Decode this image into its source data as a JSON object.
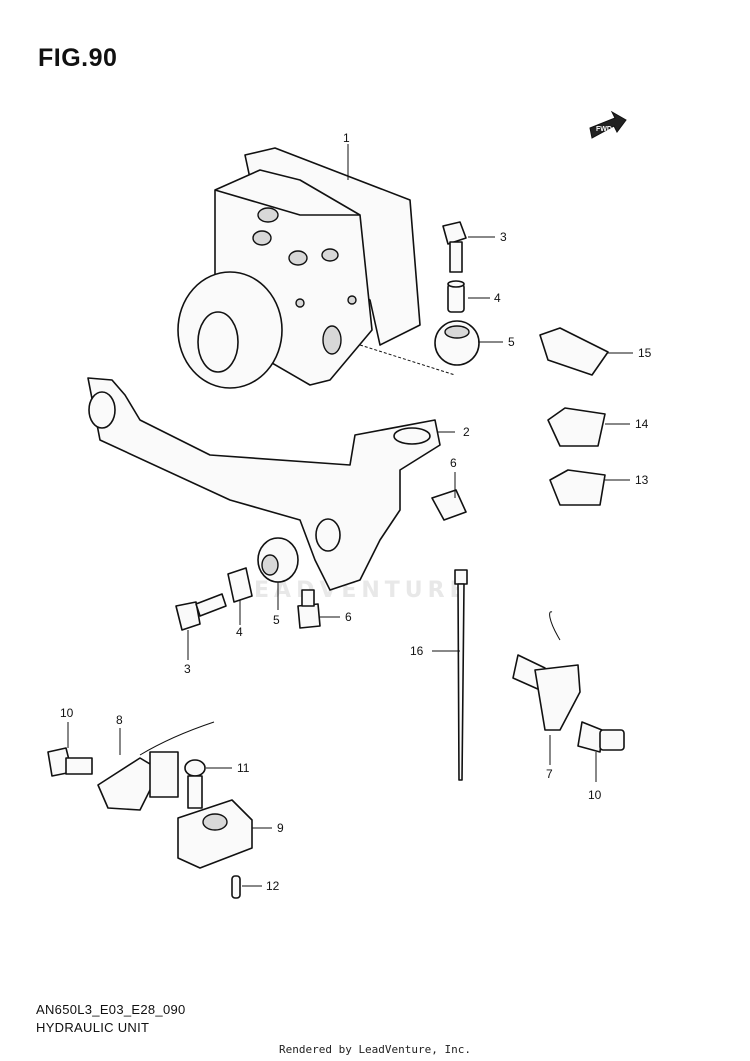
{
  "figure": {
    "title": "FIG.90",
    "model_code": "AN650L3_E03_E28_090",
    "assembly_name": "HYDRAULIC UNIT"
  },
  "fwd_label": "FWD",
  "watermark": "LEADVENTURE",
  "footer": "Rendered by LeadVenture, Inc.",
  "callouts": [
    "1",
    "2",
    "3",
    "4",
    "5",
    "6",
    "6",
    "3",
    "4",
    "5",
    "7",
    "8",
    "9",
    "10",
    "10",
    "11",
    "12",
    "13",
    "14",
    "15",
    "16"
  ]
}
